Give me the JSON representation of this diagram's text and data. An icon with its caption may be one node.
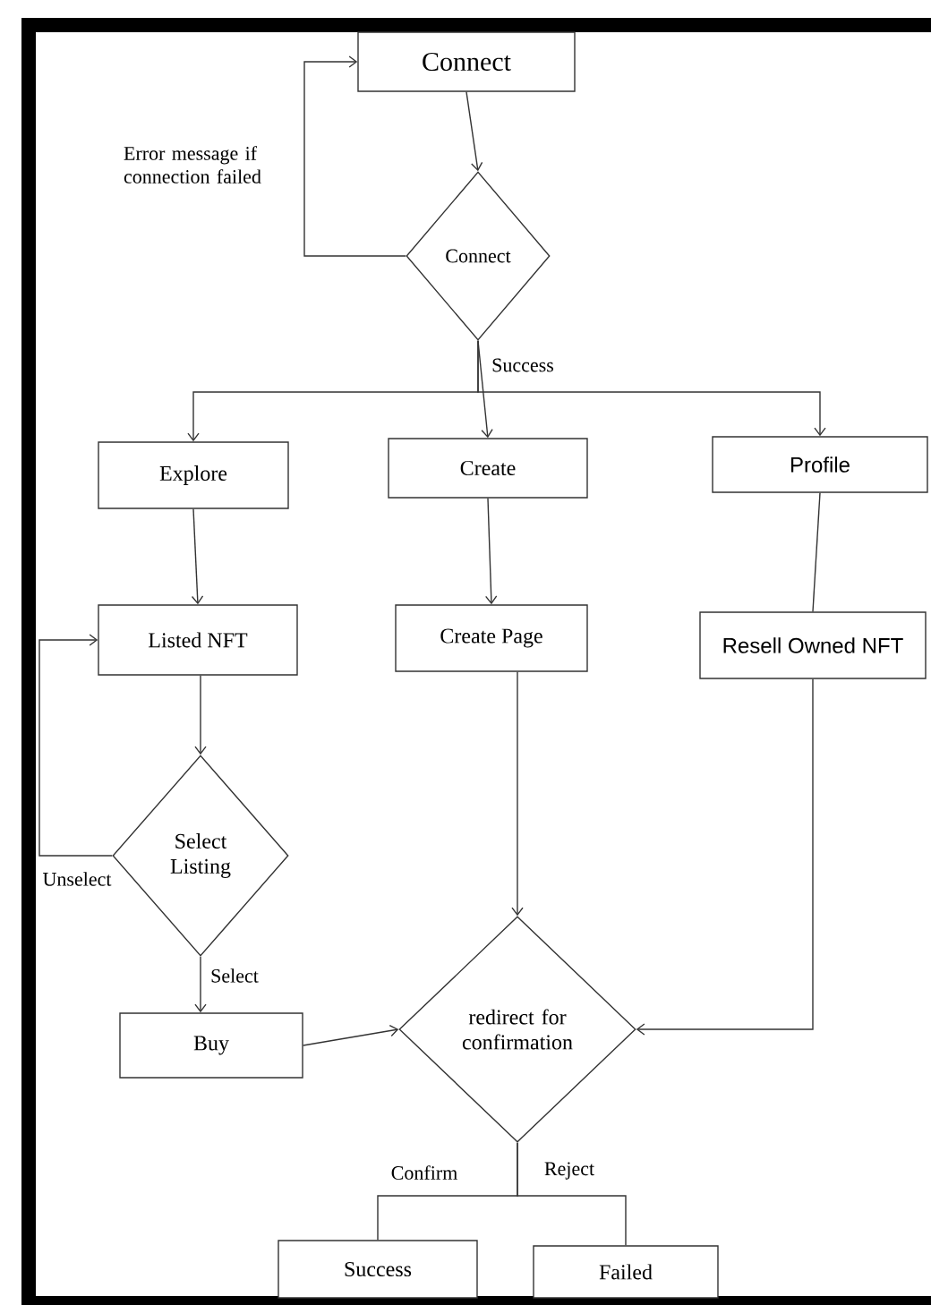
{
  "diagram": {
    "nodes": [
      {
        "text": [
          "Connect"
        ]
      },
      {
        "text": [
          "Connect"
        ]
      },
      {
        "text": [
          "Explore"
        ]
      },
      {
        "text": [
          "Create"
        ]
      },
      {
        "text": [
          "Profile"
        ]
      },
      {
        "text": [
          "Listed NFT"
        ]
      },
      {
        "text": [
          "Create Page"
        ]
      },
      {
        "text": [
          "Resell Owned NFT"
        ]
      },
      {
        "text": [
          "Select Listing"
        ]
      },
      {
        "text": [
          "Buy"
        ]
      },
      {
        "text": [
          "redirect for confirmation"
        ]
      },
      {
        "text": [
          "Success"
        ]
      },
      {
        "text": [
          "Failed"
        ]
      }
    ],
    "edges": [
      {
        "from": 0,
        "to": 1,
        "arrow": "to"
      },
      {
        "from": 1,
        "to": 0,
        "arrow": "to",
        "label": "Error message if connection failed"
      },
      {
        "from": 1,
        "to": 2,
        "arrow": "to"
      },
      {
        "from": 1,
        "to": 3,
        "arrow": "to",
        "label": "Success"
      },
      {
        "from": 1,
        "to": 4,
        "arrow": "to"
      },
      {
        "from": 2,
        "to": 5,
        "arrow": "to"
      },
      {
        "from": 3,
        "to": 6,
        "arrow": "to"
      },
      {
        "from": 4,
        "to": 7,
        "arrow": "none"
      },
      {
        "from": 5,
        "to": 8,
        "arrow": "to"
      },
      {
        "from": 8,
        "to": 9,
        "arrow": "to",
        "label": "Select"
      },
      {
        "from": 8,
        "to": 5,
        "arrow": "to",
        "label": "Unselect"
      },
      {
        "from": 6,
        "to": 10,
        "arrow": "to"
      },
      {
        "from": 9,
        "to": 10,
        "arrow": "to"
      },
      {
        "from": 7,
        "to": 10,
        "arrow": "to"
      },
      {
        "from": 10,
        "to": 11,
        "arrow": "none",
        "label": "Confirm"
      },
      {
        "from": 10,
        "to": 12,
        "arrow": "none",
        "label": "Reject"
      }
    ]
  }
}
